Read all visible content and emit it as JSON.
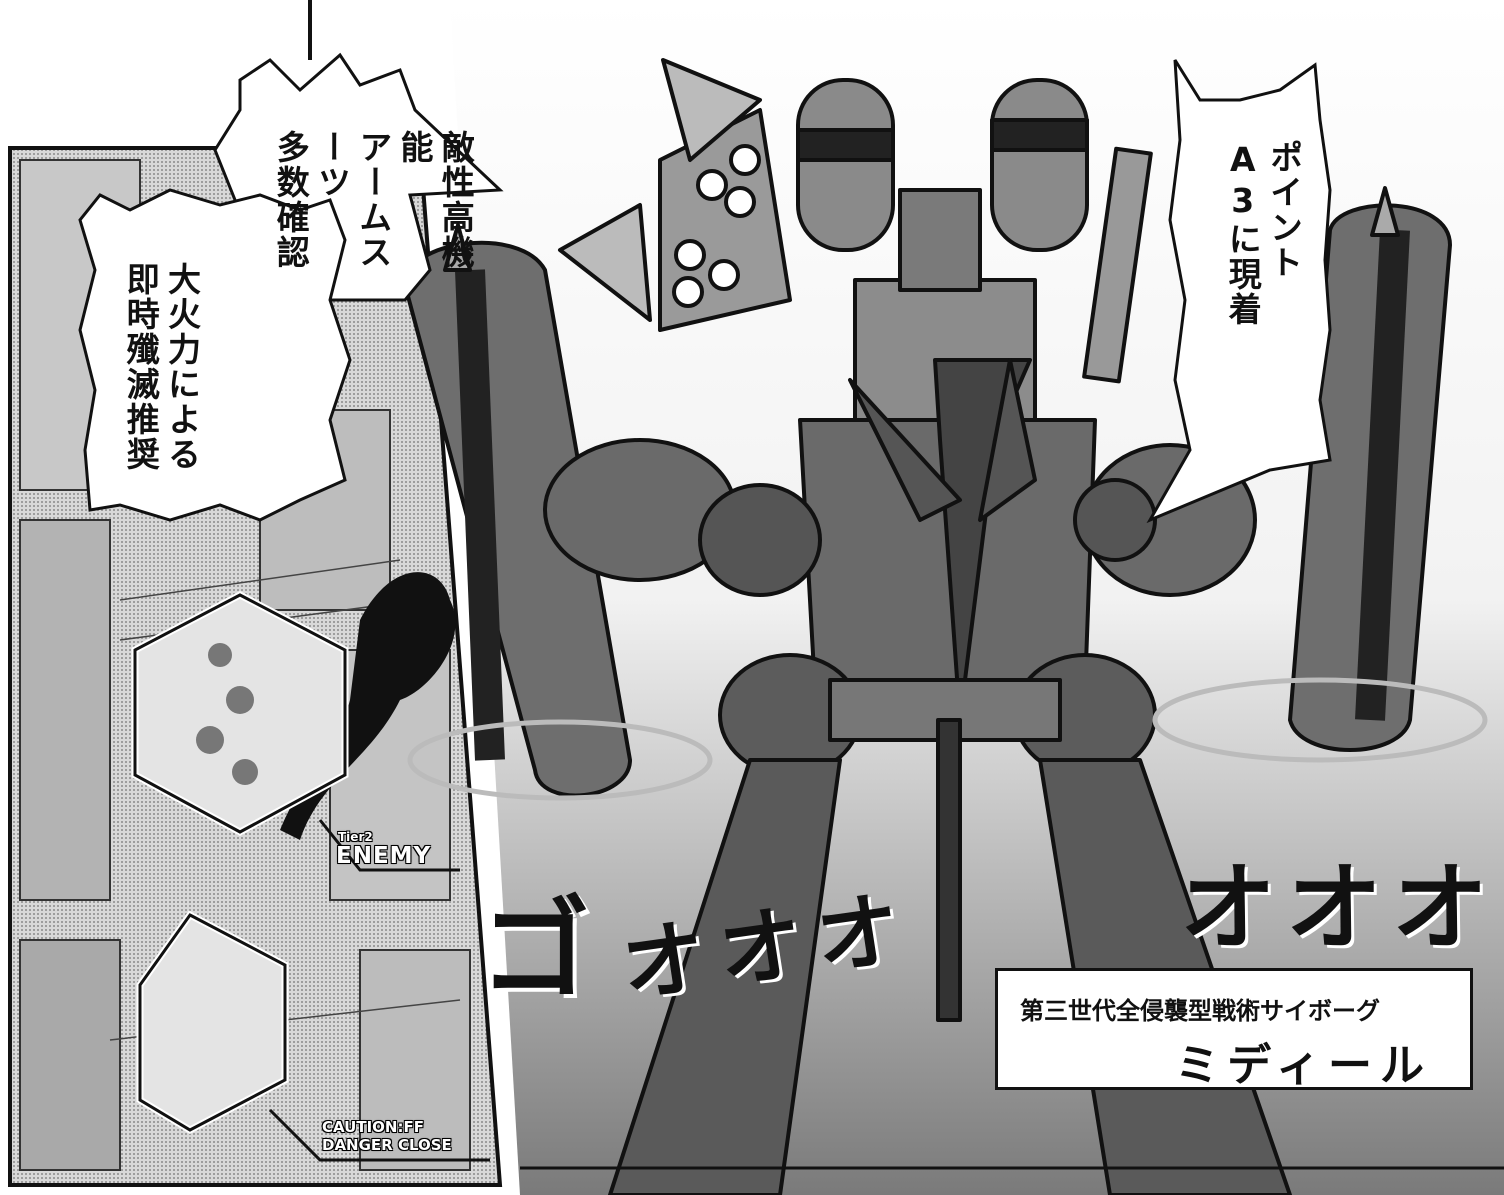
{
  "speech_bubbles": {
    "left_caption_lines": [
      "敵性高機能",
      "アームスーツ",
      "多数確認"
    ],
    "left_caption_lines_2": [
      "大火力による",
      "即時殲滅推奨"
    ],
    "right_bubble_lines": [
      "ポイント",
      "A3に現着"
    ]
  },
  "sfx": {
    "roar_start": "ゴ",
    "roar_mid": "オオオ",
    "roar_end": "オオオ"
  },
  "hud": {
    "tier": "Tier2",
    "enemy_label": "ENEMY",
    "caution_line1": "CAUTION:FF",
    "caution_line2": "DANGER CLOSE"
  },
  "caption": {
    "subtitle": "第三世代全侵襲型戦術サイボーグ",
    "name": "ミディール"
  },
  "colors": {
    "ink": "#111111",
    "paper": "#ffffff",
    "screentone": "#9a9a9a",
    "mech_gray": "#6e6e6e"
  }
}
